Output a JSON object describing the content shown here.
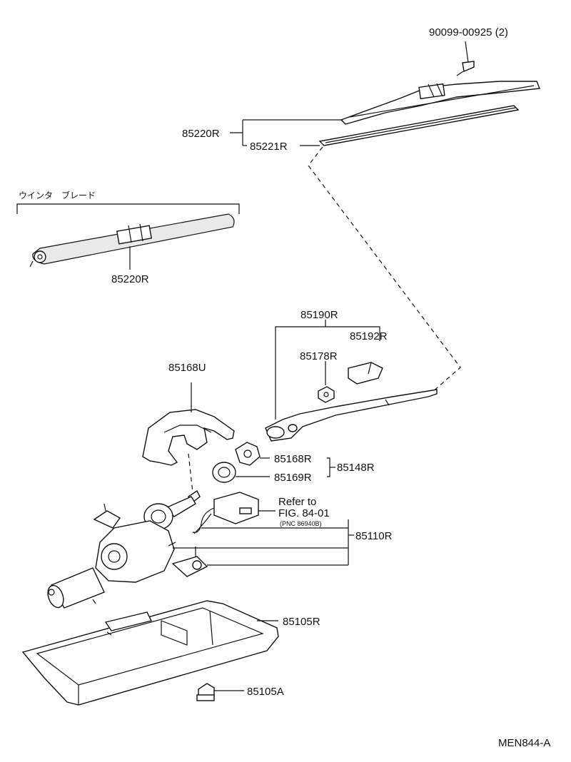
{
  "labels": {
    "screw": "90099-00925 (2)",
    "blade": "85220R",
    "rubber": "85221R",
    "winter_title": "ウインタ　ブレード",
    "winter_blade": "85220R",
    "arm_assy": "85190R",
    "cap": "85192R",
    "nut": "85178R",
    "cover": "85168U",
    "washer": "85168R",
    "seal": "85169R",
    "kit": "85148R",
    "refer_line1": "Refer to",
    "refer_line2": "FIG. 84-01",
    "refer_pnc": "(PNC 86940B)",
    "motor": "85110R",
    "bracket": "85105R",
    "grommet": "85105A",
    "figure_code": "MEN844-A"
  }
}
